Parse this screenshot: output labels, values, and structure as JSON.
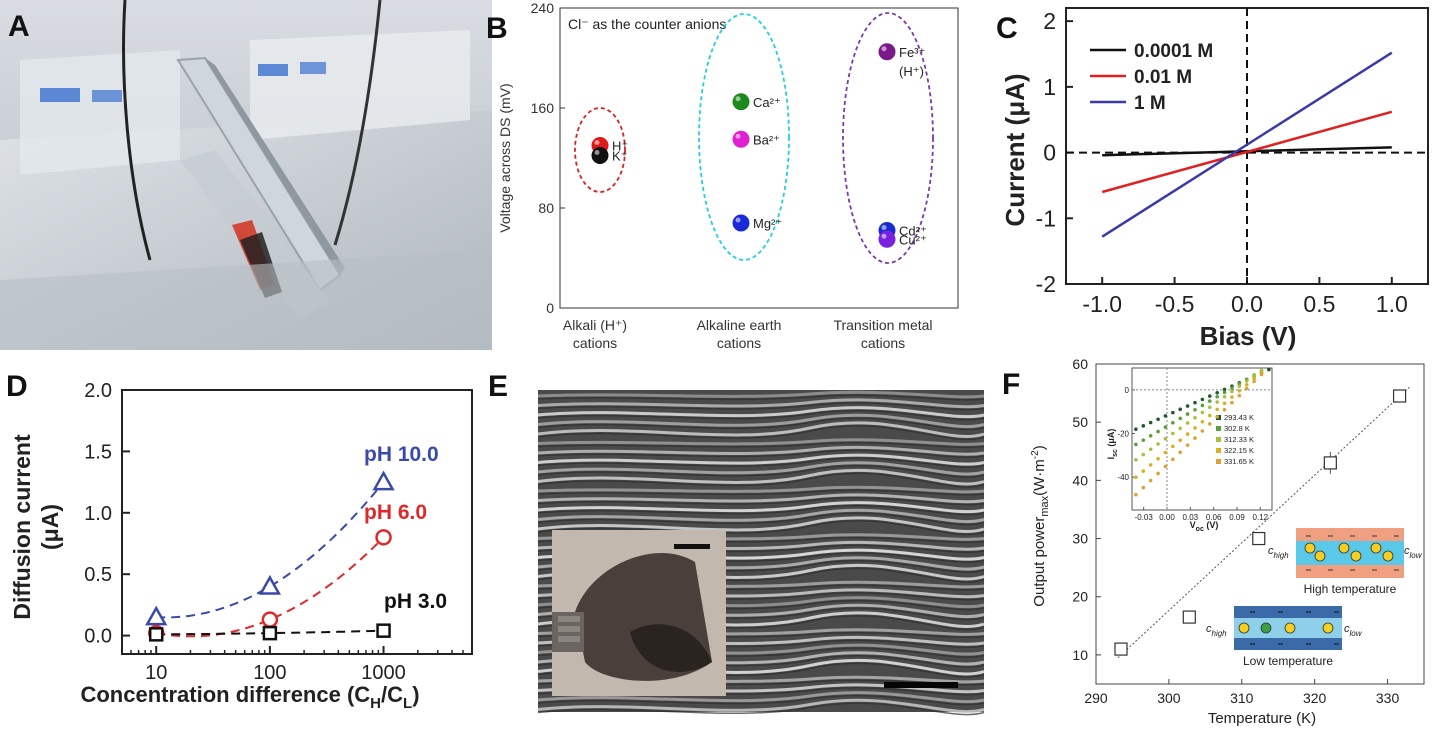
{
  "panels": {
    "A": {
      "label": "A"
    },
    "B": {
      "label": "B",
      "title": "Cl⁻ as the counter anions",
      "ylabel": "Voltage across DS (mV)",
      "yticks": [
        0,
        80,
        160,
        240
      ],
      "groups": [
        {
          "name_lines": [
            "Alkali (H⁺)",
            "cations"
          ],
          "ring_color": "#e02020"
        },
        {
          "name_lines": [
            "Alkaline earth",
            "cations"
          ],
          "ring_color": "#20d0e0"
        },
        {
          "name_lines": [
            "Transition metal",
            "cations"
          ],
          "ring_color": "#7a3aa8"
        }
      ],
      "points": [
        {
          "group": 0,
          "label": "H⁺",
          "value": 130,
          "color": "#e01818"
        },
        {
          "group": 0,
          "label": "K⁺",
          "value": 122,
          "color": "#111111"
        },
        {
          "group": 1,
          "label": "Ca²⁺",
          "value": 165,
          "color": "#1e8a1e"
        },
        {
          "group": 1,
          "label": "Ba²⁺",
          "value": 135,
          "color": "#e020d0"
        },
        {
          "group": 1,
          "label": "Mg²⁺",
          "value": 68,
          "color": "#1a2ad8"
        },
        {
          "group": 2,
          "label": "Fe³⁺",
          "sublabel": "(H⁺)",
          "value": 205,
          "color": "#7a1a8a"
        },
        {
          "group": 2,
          "label": "Cd²⁺",
          "value": 62,
          "color": "#1a2ad0"
        },
        {
          "group": 2,
          "label": "Cu²⁺",
          "value": 55,
          "color": "#7a20e0"
        }
      ]
    },
    "C": {
      "label": "C",
      "xlabel": "Bias (V)",
      "ylabel": "Current (μA)",
      "xticks": [
        "-1.0",
        "-0.5",
        "0.0",
        "0.5",
        "1.0"
      ],
      "yticks": [
        "-2",
        "-1",
        "0",
        "1",
        "2"
      ],
      "series": [
        {
          "name": "0.0001 M",
          "color": "#111111",
          "x": [
            -1.0,
            1.0
          ],
          "y": [
            -0.04,
            0.08
          ]
        },
        {
          "name": "0.01 M",
          "color": "#e02020",
          "x": [
            -1.0,
            1.0
          ],
          "y": [
            -0.6,
            0.62
          ]
        },
        {
          "name": "1 M",
          "color": "#3a3aa8",
          "x": [
            -1.0,
            1.0
          ],
          "y": [
            -1.28,
            1.52
          ]
        }
      ]
    },
    "D": {
      "label": "D",
      "xlabel": "Concentration difference (C",
      "xlabel_sub1": "H",
      "xlabel_mid": "/C",
      "xlabel_sub2": "L",
      "xlabel_end": ")",
      "ylabel_line1": "Diffusion current",
      "ylabel_line2": "(μA)",
      "xticks": [
        "10",
        "100",
        "1000"
      ],
      "yticks": [
        "0.0",
        "0.5",
        "1.0",
        "1.5",
        "2.0"
      ],
      "series": [
        {
          "name": "pH 10.0",
          "color": "#3a4aa8",
          "marker": "triangle",
          "x": [
            10,
            100,
            1000
          ],
          "y": [
            0.15,
            0.4,
            1.25
          ]
        },
        {
          "name": "pH 6.0",
          "color": "#e02828",
          "marker": "circle",
          "x": [
            10,
            100,
            1000
          ],
          "y": [
            0.02,
            0.13,
            0.8
          ]
        },
        {
          "name": "pH 3.0",
          "color": "#111111",
          "marker": "square",
          "x": [
            10,
            100,
            1000
          ],
          "y": [
            0.01,
            0.02,
            0.04
          ]
        }
      ]
    },
    "E": {
      "label": "E"
    },
    "F": {
      "label": "F",
      "xlabel": "Temperature (K)",
      "ylabel": "Output power",
      "ylabel_sub": "max",
      "ylabel_unit": "(W·m",
      "ylabel_sup": "-2",
      "ylabel_end": ")",
      "xticks": [
        "290",
        "300",
        "310",
        "320",
        "330"
      ],
      "yticks": [
        "10",
        "20",
        "30",
        "40",
        "50",
        "60"
      ],
      "points": [
        {
          "x": 293.43,
          "y": 11
        },
        {
          "x": 302.8,
          "y": 16.5
        },
        {
          "x": 312.33,
          "y": 30
        },
        {
          "x": 322.15,
          "y": 43
        },
        {
          "x": 331.65,
          "y": 54.5
        }
      ],
      "inset": {
        "ylabel": "I",
        "ylabel_sub": "sc",
        "ylabel_unit": " (μA)",
        "xlabel": "V",
        "xlabel_sub": "oc",
        "xlabel_unit": " (V)",
        "xticks": [
          "-0.03",
          "0.00",
          "0.03",
          "0.06",
          "0.09",
          "0.12"
        ],
        "yticks": [
          "0",
          "-20",
          "-40"
        ],
        "legend": [
          {
            "name": "293.43 K",
            "color": "#1e5a2a"
          },
          {
            "name": "302.8 K",
            "color": "#5aa03a"
          },
          {
            "name": "312.33 K",
            "color": "#a8c040"
          },
          {
            "name": "322.15 K",
            "color": "#d8b020"
          },
          {
            "name": "331.65 K",
            "color": "#e0a030"
          }
        ]
      },
      "diagram_high": {
        "c_high": "c",
        "c_high_sub": "high",
        "c_low": "c",
        "c_low_sub": "low",
        "caption": "High temperature"
      },
      "diagram_low": {
        "c_high": "c",
        "c_high_sub": "high",
        "c_low": "c",
        "c_low_sub": "low",
        "caption": "Low temperature"
      }
    }
  },
  "chart_data": [
    {
      "type": "scatter",
      "title": "Cl⁻ as the counter anions",
      "ylabel": "Voltage across DS (mV)",
      "ylim": [
        0,
        240
      ],
      "categories": [
        "Alkali (H⁺) cations",
        "Alkaline earth cations",
        "Transition metal cations"
      ],
      "series": [
        {
          "name": "H⁺",
          "values": [
            130
          ]
        },
        {
          "name": "K⁺",
          "values": [
            122
          ]
        },
        {
          "name": "Ca²⁺",
          "values": [
            165
          ]
        },
        {
          "name": "Ba²⁺",
          "values": [
            135
          ]
        },
        {
          "name": "Mg²⁺",
          "values": [
            68
          ]
        },
        {
          "name": "Fe³⁺ (H⁺)",
          "values": [
            205
          ]
        },
        {
          "name": "Cd²⁺",
          "values": [
            62
          ]
        },
        {
          "name": "Cu²⁺",
          "values": [
            55
          ]
        }
      ]
    },
    {
      "type": "line",
      "xlabel": "Bias (V)",
      "ylabel": "Current (μA)",
      "xlim": [
        -1.25,
        1.25
      ],
      "ylim": [
        -2,
        2.2
      ],
      "series": [
        {
          "name": "0.0001 M",
          "x": [
            -1.0,
            1.0
          ],
          "y": [
            -0.04,
            0.08
          ]
        },
        {
          "name": "0.01 M",
          "x": [
            -1.0,
            1.0
          ],
          "y": [
            -0.6,
            0.62
          ]
        },
        {
          "name": "1 M",
          "x": [
            -1.0,
            1.0
          ],
          "y": [
            -1.28,
            1.52
          ]
        }
      ]
    },
    {
      "type": "scatter",
      "xlabel": "Concentration difference (CH/CL)",
      "ylabel": "Diffusion current (μA)",
      "xscale": "log",
      "xlim": [
        5,
        6000
      ],
      "ylim": [
        -0.15,
        2.0
      ],
      "series": [
        {
          "name": "pH 10.0",
          "x": [
            10,
            100,
            1000
          ],
          "y": [
            0.15,
            0.4,
            1.25
          ]
        },
        {
          "name": "pH 6.0",
          "x": [
            10,
            100,
            1000
          ],
          "y": [
            0.02,
            0.13,
            0.8
          ]
        },
        {
          "name": "pH 3.0",
          "x": [
            10,
            100,
            1000
          ],
          "y": [
            0.01,
            0.02,
            0.04
          ]
        }
      ]
    },
    {
      "type": "scatter",
      "xlabel": "Temperature (K)",
      "ylabel": "Output power max (W·m-2)",
      "xlim": [
        290,
        335
      ],
      "ylim": [
        5,
        60
      ],
      "series": [
        {
          "name": "",
          "x": [
            293.43,
            302.8,
            312.33,
            322.15,
            331.65
          ],
          "y": [
            11,
            16.5,
            30,
            43,
            54.5
          ]
        }
      ]
    }
  ]
}
